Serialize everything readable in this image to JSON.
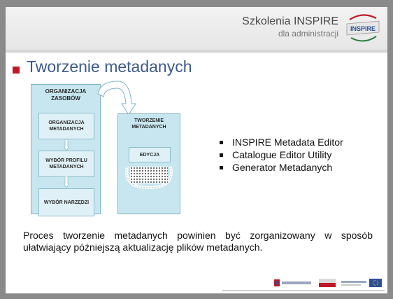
{
  "header": {
    "brand_title": "Szkolenia INSPIRE",
    "brand_subtitle": "dla administracji",
    "logo_text": "INSPIRE",
    "colors": {
      "accent": "#c0182a",
      "title": "#3d5a8a",
      "box_fill": "#c7e6f0"
    }
  },
  "slide": {
    "title": "Tworzenie metadanych"
  },
  "diagram": {
    "left_group": "ORGANIZACJA ZASOBÓW",
    "steps": [
      "ORGANIZACJA METADANYCH",
      "WYBÓR PROFILU METADANYCH",
      "WYBÓR NARZĘDZI"
    ],
    "right_group": "TWORZENIE METADANYCH",
    "edit_step": "EDYCJA"
  },
  "tools": [
    "INSPIRE Metadata Editor",
    "Catalogue Editor Utility",
    "Generator Metadanych"
  ],
  "paragraph": "Proces tworzenie metadanych powinien być zorganizowany w sposób ułatwiający późniejszą aktualizację plików metadanych."
}
